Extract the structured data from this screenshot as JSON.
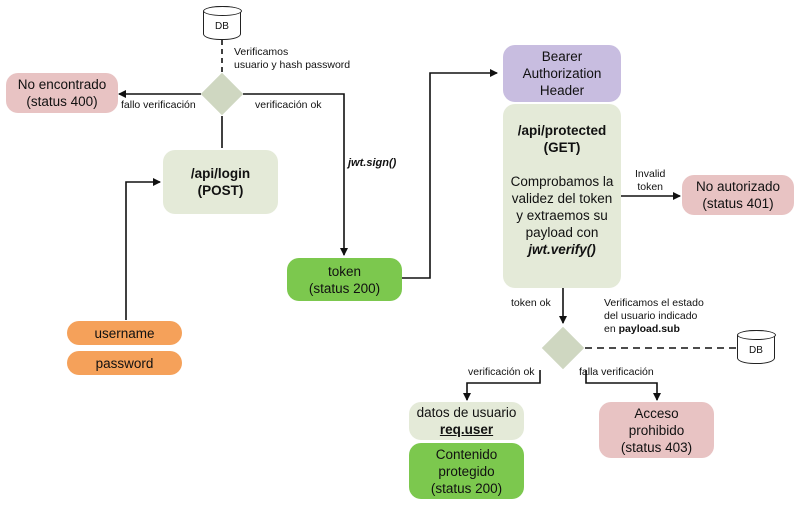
{
  "db_top": "DB",
  "db_bottom": "DB",
  "verify_note": [
    "Verificamos",
    "usuario y hash password"
  ],
  "fail_verif": "fallo verificación",
  "ok_verif": "verificación ok",
  "not_found": [
    "No encontrado",
    "(status 400)"
  ],
  "login": [
    "/api/login",
    "(POST)"
  ],
  "jwt_sign": "jwt.sign()",
  "token_box": [
    "token",
    "(status 200)"
  ],
  "username": "username",
  "password": "password",
  "bearer": [
    "Bearer",
    "Authorization",
    "Header"
  ],
  "protected": {
    "route": [
      "/api/protected",
      "(GET)"
    ],
    "desc": [
      "Comprobamos la",
      "validez del token",
      "y extraemos su",
      "payload con"
    ],
    "verify_fn": "jwt.verify()"
  },
  "invalid_token": [
    "Invalid",
    "token"
  ],
  "unauthorized": [
    "No autorizado",
    "(status 401)"
  ],
  "token_ok": "token ok",
  "state_note": [
    "Verificamos el estado",
    "del usuario indicado",
    "en ",
    "payload.sub"
  ],
  "verif_ok2": "verificación ok",
  "fail_verif2": "falla verificación",
  "user_data": [
    "datos de usuario",
    "req.user"
  ],
  "protected_content": [
    "Contenido",
    "protegido",
    "(status 200)"
  ],
  "forbidden": [
    "Acceso",
    "prohibido",
    "(status 403)"
  ]
}
